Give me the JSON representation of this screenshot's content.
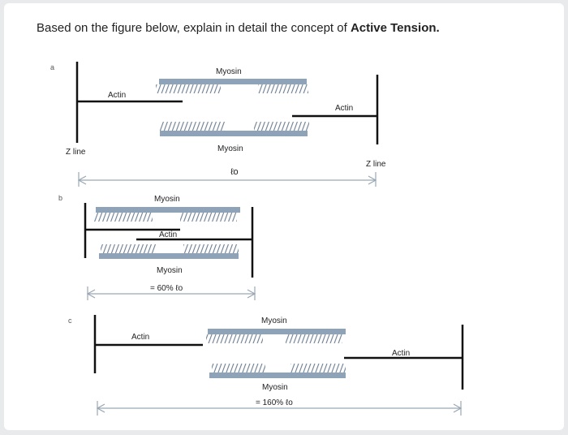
{
  "question": {
    "prefix": "Based on the figure below, explain in detail the concept of ",
    "emphasis": "Active Tension.",
    "suffix": ""
  },
  "panels": [
    {
      "letter": "a",
      "myosin_top_label": "Myosin",
      "actin_left_label": "Actin",
      "actin_right_label": "Actin",
      "myosin_bottom_label": "Myosin",
      "zline_left_label": "Z line",
      "zline_right_label": "Z line",
      "length_label": "ℓo"
    },
    {
      "letter": "b",
      "myosin_top_label": "Myosin",
      "actin_label": "Actin",
      "myosin_bottom_label": "Myosin",
      "length_label": "= 60% ℓo"
    },
    {
      "letter": "c",
      "myosin_top_label": "Myosin",
      "actin_left_label": "Actin",
      "actin_right_label": "Actin",
      "myosin_bottom_label": "Myosin",
      "length_label": "= 160% ℓo"
    }
  ]
}
